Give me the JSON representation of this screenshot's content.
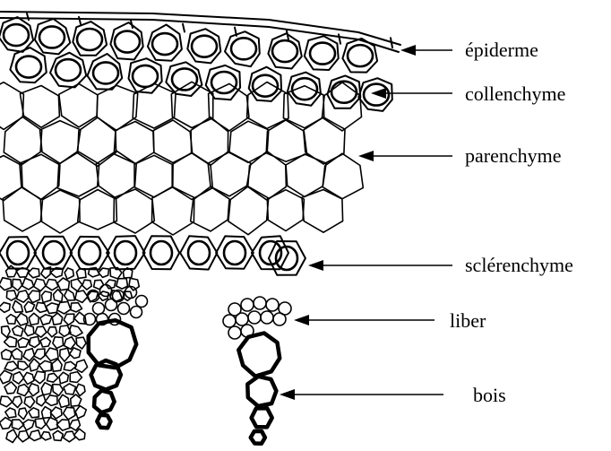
{
  "figure": {
    "labels": [
      {
        "key": "epiderme",
        "text": "épiderme"
      },
      {
        "key": "collenchyme",
        "text": "collenchyme"
      },
      {
        "key": "parenchyme",
        "text": "parenchyme"
      },
      {
        "key": "sclerenchyme",
        "text": "sclérenchyme"
      },
      {
        "key": "liber",
        "text": "liber"
      },
      {
        "key": "bois",
        "text": "bois"
      }
    ]
  }
}
